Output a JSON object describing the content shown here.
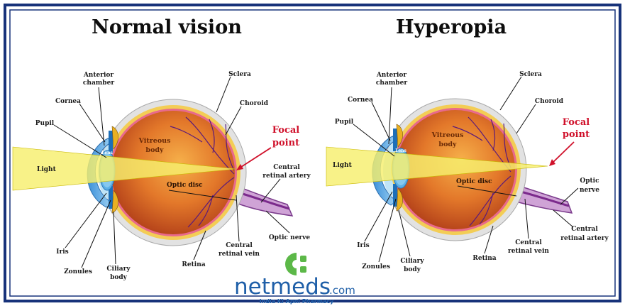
{
  "titles": {
    "left": "Normal vision",
    "right": "Hyperopia"
  },
  "labels": {
    "anterior_chamber": [
      "Anterior",
      "chamber"
    ],
    "cornea": "Cornea",
    "pupil": "Pupil",
    "lens": "Lens",
    "light": "Light",
    "iris": "Iris",
    "zonules": "Zonules",
    "ciliary_body": [
      "Ciliary",
      "body"
    ],
    "retina": "Retina",
    "sclera": "Sclera",
    "choroid": "Choroid",
    "vitreous_body": [
      "Vitreous",
      "body"
    ],
    "optic_disc": "Optic disc",
    "focal_point": [
      "Focal",
      "point"
    ],
    "central_retinal_artery": [
      "Central",
      "retinal artery"
    ],
    "central_retinal_vein": [
      "Central",
      "retinal vein"
    ],
    "optic_nerve_inline": "Optic nerve",
    "optic_nerve_stacked": [
      "Optic",
      "nerve"
    ]
  },
  "logo": {
    "name": "netmeds",
    "suffix": ".com",
    "tagline": "India Ki Apni Pharmacy"
  },
  "colors": {
    "frame": "#17327a",
    "light_beam": "#f7ef6e",
    "sclera": "#d6d6d6",
    "choroid": "#f2c94c",
    "eyeball": "#e07a22",
    "cornea": "#5aa9e6",
    "focal_text": "#d0112b",
    "logo_blue": "#1f5fa8",
    "logo_green": "#5cb848"
  }
}
